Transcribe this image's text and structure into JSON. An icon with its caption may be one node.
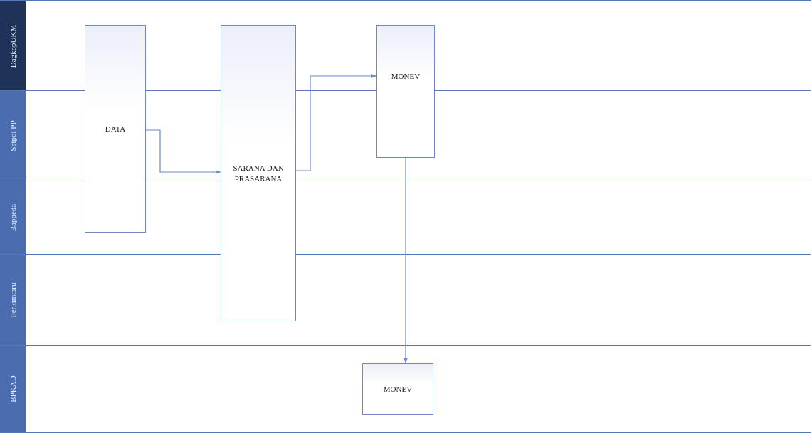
{
  "diagram": {
    "nodes": [
      {
        "text": [
          "DATA"
        ]
      },
      {
        "text": [
          "SARANA DAN PRASARANA"
        ]
      },
      {
        "text": [
          "MONEV"
        ]
      },
      {
        "text": [
          "MONEV"
        ]
      }
    ],
    "edges": [
      {
        "from": 0,
        "to": 1,
        "arrow": "to"
      },
      {
        "from": 1,
        "to": 2,
        "arrow": "to"
      },
      {
        "from": 2,
        "to": 3,
        "arrow": "to"
      }
    ],
    "labels": [
      "DagkopUKM",
      "Satpol PP",
      "Bappeda",
      "Perkimtaru",
      "BPKAD"
    ]
  }
}
